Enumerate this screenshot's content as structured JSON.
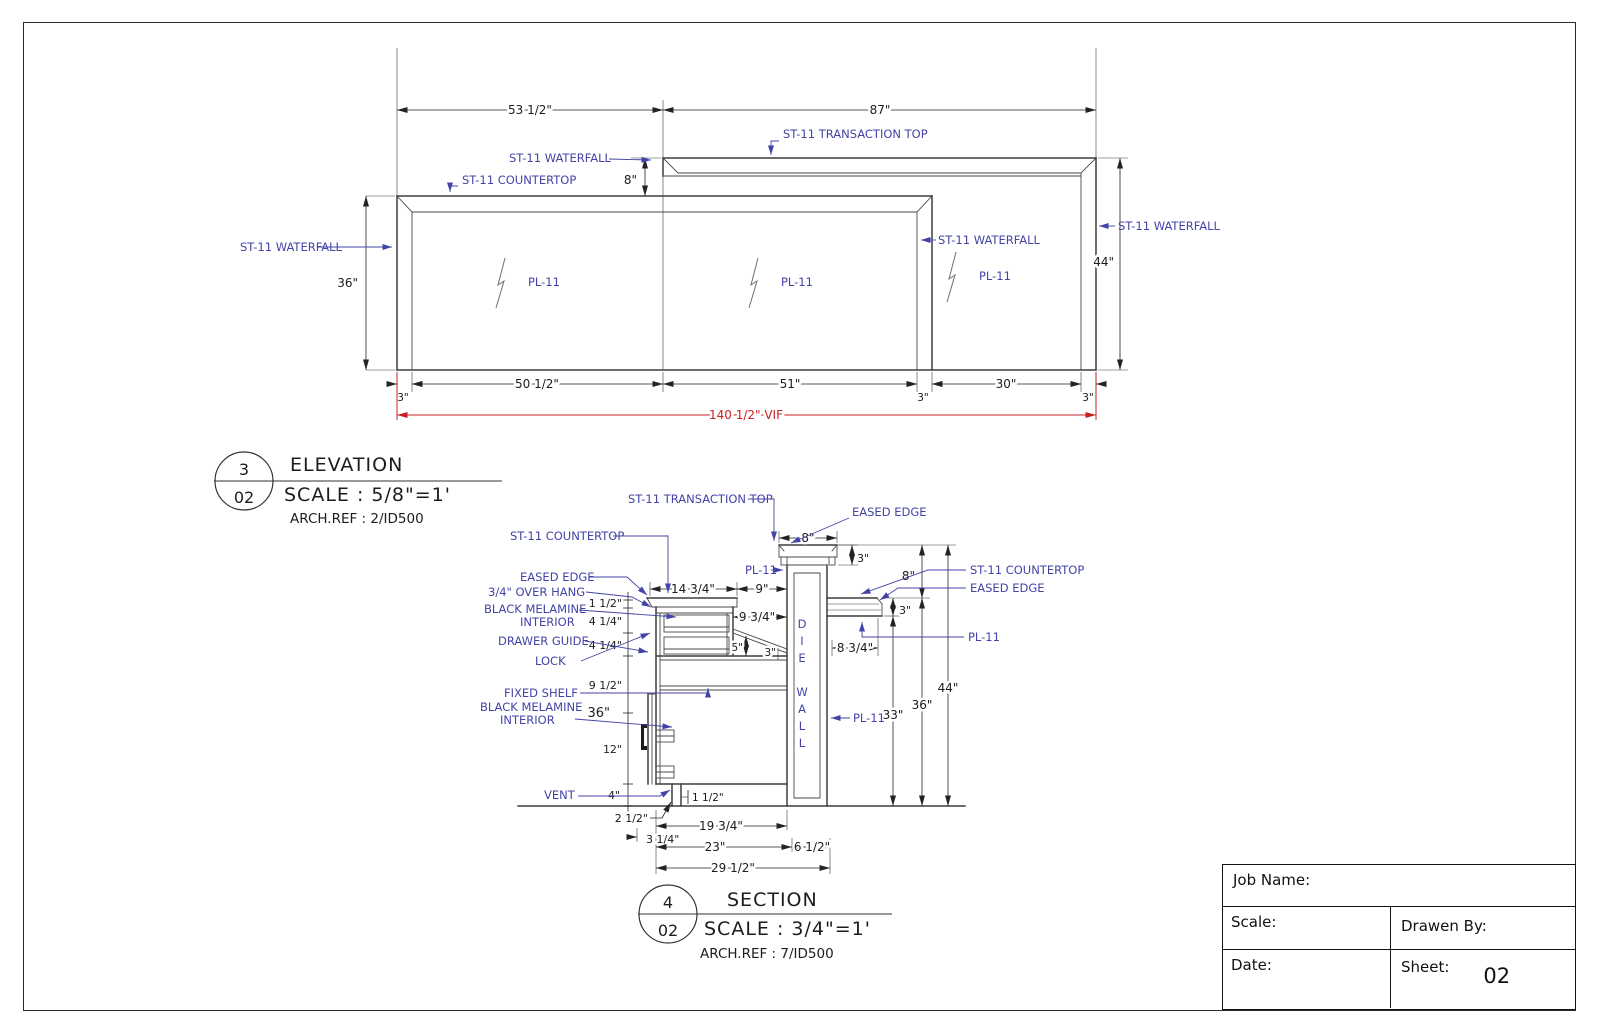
{
  "colors": {
    "label_blue": "#4343a8",
    "dim_black": "#1c1c1c",
    "critical_red": "#c82020",
    "line_gray": "#3f3f3f"
  },
  "elevation": {
    "title": {
      "number": "3",
      "sheet": "02",
      "name": "ELEVATION",
      "scale": "SCALE : 5/8\"=1'",
      "ref": "ARCH.REF : 2/ID500"
    },
    "labels": {
      "transaction_top": "ST-11 TRANSACTION TOP",
      "waterfall": "ST-11 WATERFALL",
      "countertop": "ST-11 COUNTERTOP",
      "panel": "PL-11"
    },
    "dims": {
      "top_left": "53 1/2\"",
      "top_right": "87\"",
      "gap": "8\"",
      "height_left": "36\"",
      "height_right": "44\"",
      "bottom_edge_left": "3\"",
      "bottom_left": "50 1/2\"",
      "bottom_mid": "51\"",
      "bottom_edge_mid": "3\"",
      "bottom_right": "30\"",
      "bottom_edge_right": "3\"",
      "overall": "140 1/2\" VIF"
    }
  },
  "section": {
    "title": {
      "number": "4",
      "sheet": "02",
      "name": "SECTION",
      "scale": "SCALE : 3/4\"=1'",
      "ref": "ARCH.REF : 7/ID500"
    },
    "labels": {
      "transaction_top": "ST-11 TRANSACTION TOP",
      "eased_edge": "EASED EDGE",
      "countertop": "ST-11 COUNTERTOP",
      "overhang": "3/4\" OVER HANG",
      "black_melamine": "BLACK MELAMINE",
      "interior": "INTERIOR",
      "drawer_guide": "DRAWER GUIDE",
      "lock": "LOCK",
      "fixed_shelf": "FIXED SHELF",
      "vent": "VENT",
      "panel": "PL-11",
      "die_wall": "DIE WALL"
    },
    "dims": {
      "cap_width": "8\"",
      "cap_thick": "3\"",
      "right_counter_thick": "3\"",
      "right_counter_drop": "8\"",
      "right_counter_depth": "8 3/4\"",
      "top_depth": "14 3/4\"",
      "knee_gap": "9\"",
      "drawer_depth": "9 3/4\"",
      "slope_a": "5\"",
      "slope_b": "3\"",
      "chain_112": "1 1/2\"",
      "chain_414a": "4 1/4\"",
      "chain_414b": "4 1/4\"",
      "chain_912": "9 1/2\"",
      "chain_36": "36\"",
      "chain_12": "12\"",
      "chain_4": "4\"",
      "vent_h": "1 1/2\"",
      "bot_212": "2 1/2\"",
      "bot_314": "3 1/4\"",
      "bot_1934": "19 3/4\"",
      "bot_23": "23\"",
      "bot_612": "6 1/2\"",
      "bot_2912": "29 1/2\"",
      "h33": "33\"",
      "h36": "36\"",
      "h44": "44\""
    }
  },
  "titleblock": {
    "job_name": "Job Name:",
    "scale": "Scale:",
    "drawn_by": "Drawen By:",
    "date": "Date:",
    "sheet": "Sheet:",
    "sheet_number": "02"
  }
}
